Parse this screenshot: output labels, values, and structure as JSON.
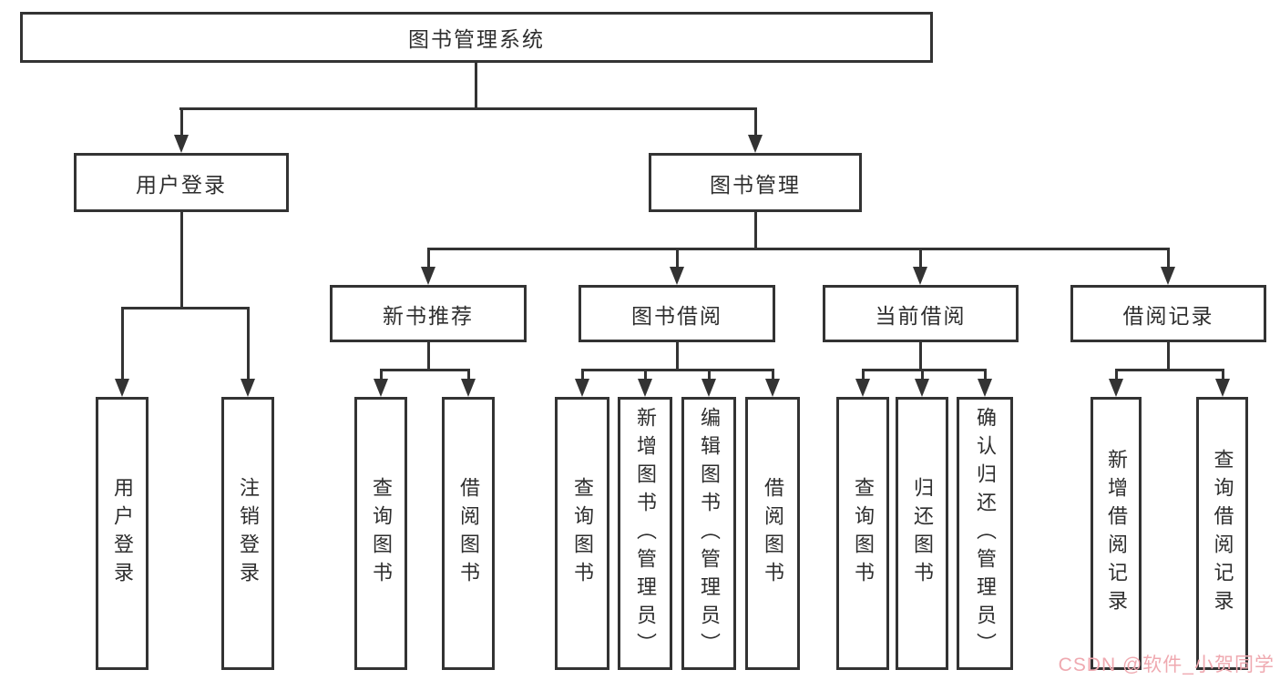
{
  "tree": {
    "root": {
      "label": "图书管理系统"
    },
    "branches": [
      {
        "label": "用户登录",
        "children": [
          {
            "label": "用户登录"
          },
          {
            "label": "注销登录"
          }
        ]
      },
      {
        "label": "图书管理",
        "children": [
          {
            "label": "新书推荐",
            "children": [
              {
                "label": "查询图书"
              },
              {
                "label": "借阅图书"
              }
            ]
          },
          {
            "label": "图书借阅",
            "children": [
              {
                "label": "查询图书"
              },
              {
                "label": "新增图书（管理员）"
              },
              {
                "label": "编辑图书（管理员）"
              },
              {
                "label": "借阅图书"
              }
            ]
          },
          {
            "label": "当前借阅",
            "children": [
              {
                "label": "查询图书"
              },
              {
                "label": "归还图书"
              },
              {
                "label": "确认归还（管理员）"
              }
            ]
          },
          {
            "label": "借阅记录",
            "children": [
              {
                "label": "新增借阅记录"
              },
              {
                "label": "查询借阅记录"
              }
            ]
          }
        ]
      }
    ]
  },
  "watermark": {
    "text": "CSDN @软件_小贺同学"
  },
  "colors": {
    "line": "#333333",
    "text": "#2e2e2e",
    "background": "#ffffff",
    "watermark": "#efa9b0"
  }
}
